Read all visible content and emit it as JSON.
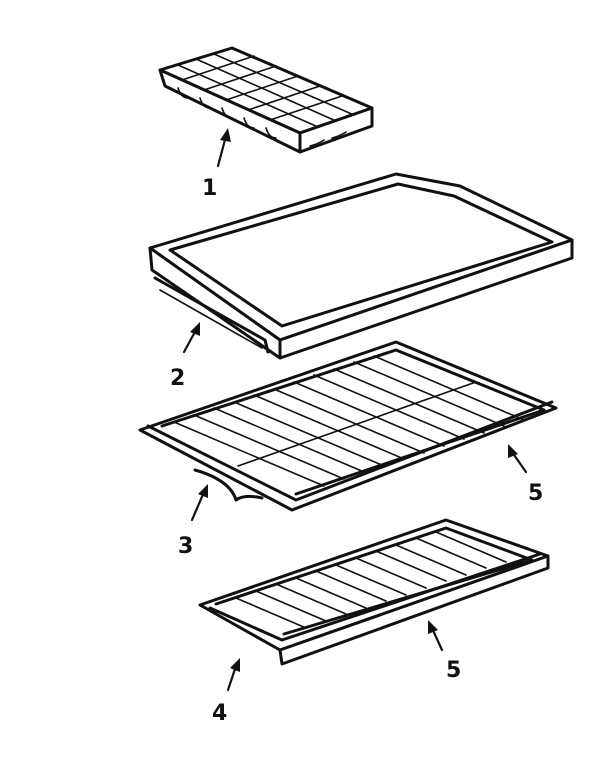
{
  "callouts": [
    {
      "id": "1",
      "label": "1"
    },
    {
      "id": "2",
      "label": "2"
    },
    {
      "id": "3",
      "label": "3"
    },
    {
      "id": "4",
      "label": "4"
    },
    {
      "id": "5a",
      "label": "5"
    },
    {
      "id": "5b",
      "label": "5"
    }
  ]
}
